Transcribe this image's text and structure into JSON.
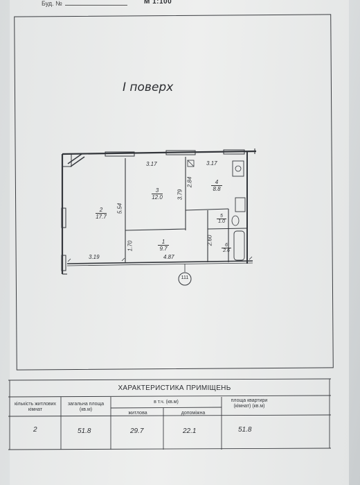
{
  "header": {
    "building_label": "Буд. №",
    "scale": "М 1:100"
  },
  "plan": {
    "floor_title": "I поверх",
    "dimensions": {
      "top_left": "3.17",
      "top_right": "3.17",
      "room3_height": "3.79",
      "room4_height": "2.84",
      "room2_height": "5.54",
      "corridor_height": "1.70",
      "bath_height": "2.60",
      "bottom_left": "3.19",
      "bottom_mid": "4.87"
    },
    "rooms": [
      {
        "number": "1",
        "area": "9.7"
      },
      {
        "number": "2",
        "area": "17.7"
      },
      {
        "number": "3",
        "area": "12.0"
      },
      {
        "number": "4",
        "area": "8.8"
      },
      {
        "number": "5",
        "area": "1.0"
      },
      {
        "number": "6",
        "area": "2.6"
      }
    ],
    "axis_marker": "111"
  },
  "table": {
    "title": "ХАРАКТЕРИСТИКА ПРИМІЩЕНЬ",
    "headers": {
      "rooms_count": "кількість житлових кімнат",
      "total_area": "загальна площа (кв.м)",
      "including": "в т.ч. (кв.м)",
      "living": "житлова",
      "auxiliary": "допоміжна",
      "apartment_area": "площа квартири (кімнат) (кв.м)"
    },
    "values": {
      "rooms_count": "2",
      "total_area": "51.8",
      "living": "29.7",
      "auxiliary": "22.1",
      "apartment_area": "51.8"
    }
  }
}
